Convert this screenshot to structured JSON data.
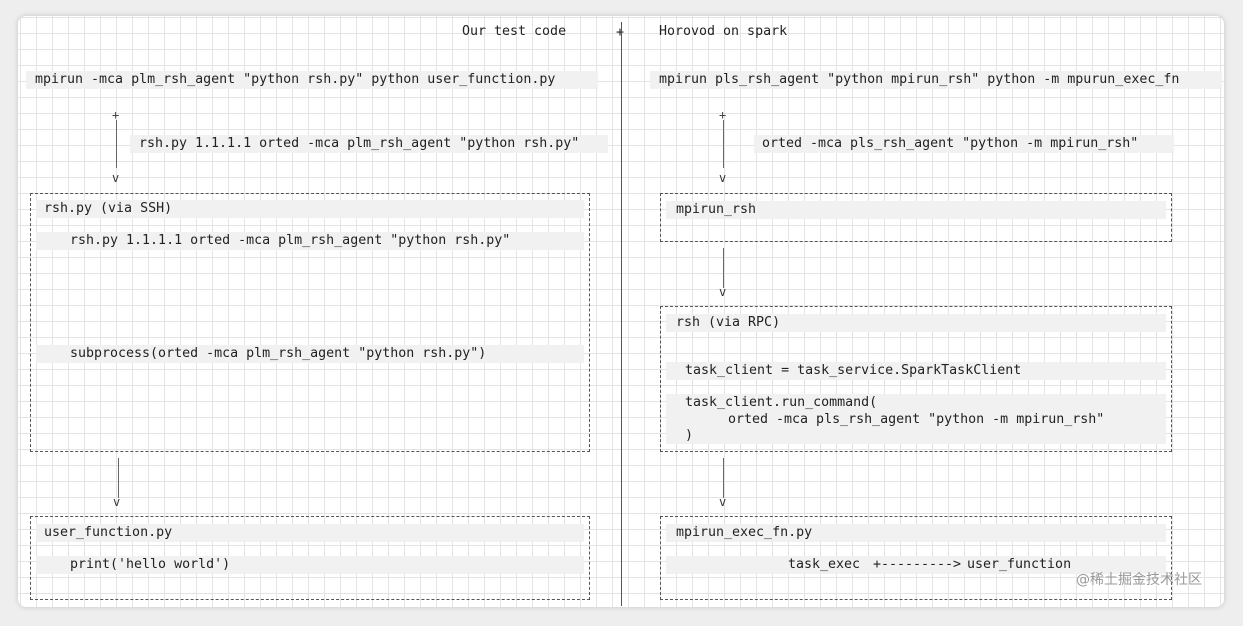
{
  "headers": {
    "left": "Our test code",
    "separator": "+",
    "right": "Horovod on spark"
  },
  "left": {
    "command": "mpirun -mca plm_rsh_agent \"python rsh.py\" python user_function.py",
    "arrow1_label": "rsh.py 1.1.1.1 orted -mca plm_rsh_agent \"python rsh.py\"",
    "box1": {
      "title": "rsh.py (via SSH)",
      "line1": "rsh.py 1.1.1.1 orted -mca plm_rsh_agent \"python rsh.py\"",
      "line2": "subprocess(orted -mca plm_rsh_agent \"python rsh.py\")"
    },
    "box2": {
      "title": "user_function.py",
      "line1": "print('hello world')"
    }
  },
  "right": {
    "command": "mpirun pls_rsh_agent \"python mpirun_rsh\" python -m mpurun_exec_fn",
    "arrow1_label": "orted -mca pls_rsh_agent \"python -m mpirun_rsh\"",
    "box1": {
      "title": "mpirun_rsh"
    },
    "box2": {
      "title": "rsh (via RPC)",
      "line1": "task_client = task_service.SparkTaskClient",
      "line2": "task_client.run_command(",
      "line3": "orted -mca pls_rsh_agent \"python -m mpirun_rsh\"",
      "line4": ")"
    },
    "box3": {
      "title": "mpirun_exec_fn.py",
      "exec_label": "task_exec",
      "arrow_link": "+--------->",
      "target_label": "user_function"
    }
  },
  "symbols": {
    "plus": "+",
    "arrow_down": "v"
  },
  "watermark": "@稀土掘金技术社区",
  "colors": {
    "grid": "#e4e4e4",
    "ink": "#222222",
    "background": "#ffffff"
  }
}
